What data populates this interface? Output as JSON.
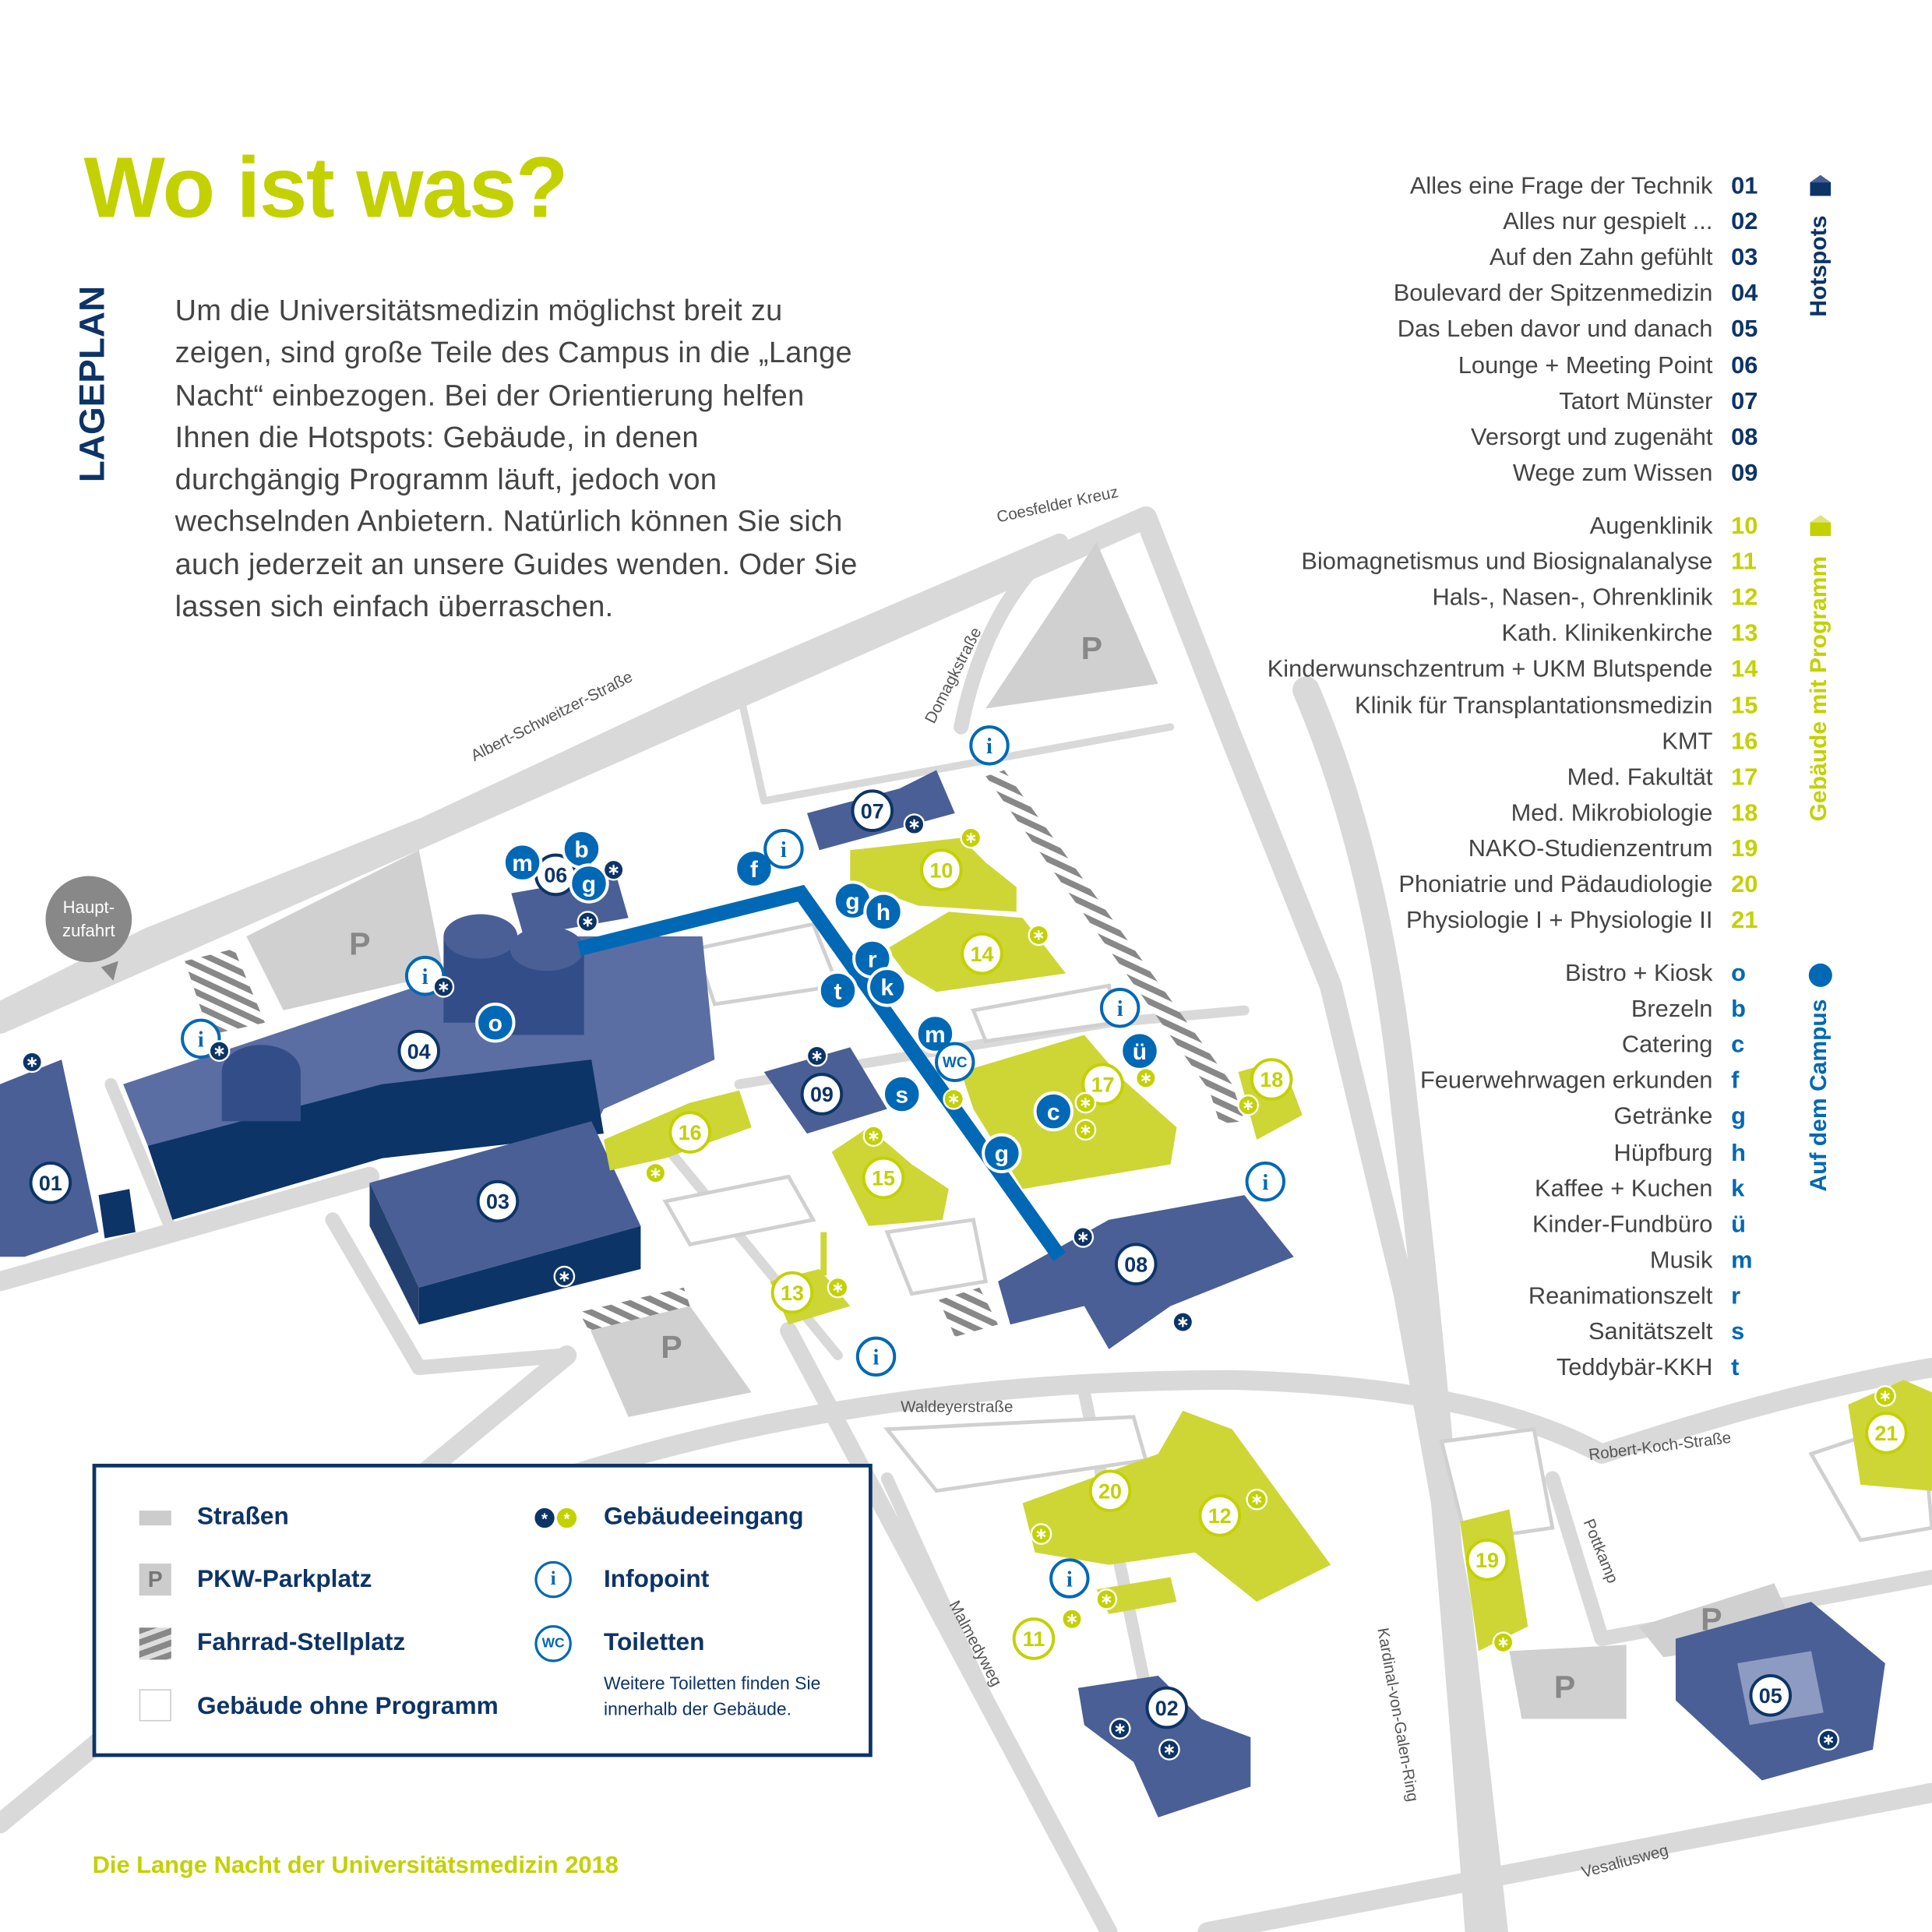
{
  "header": {
    "title": "Wo ist was?",
    "section_label": "LAGEPLAN",
    "intro": "Um die Universitätsmedizin möglichst breit zu zeigen, sind große Teile des Campus in die „Lange Nacht“ einbezogen. Bei der Orientierung helfen Ihnen die Hotspots: Gebäude, in denen durchgängig Programm läuft, jedoch von wechselnden Anbietern. Natürlich können Sie sich auch jederzeit an unsere Guides wenden. Oder Sie lassen sich einfach überraschen."
  },
  "colors": {
    "navy": "#0d3466",
    "blue": "#0068b4",
    "lime": "#c3d100",
    "road": "#d9d9d9",
    "building_navy": "#4a5f96",
    "building_lime": "#cdd634"
  },
  "index": {
    "hotspots_heading": "Hotspots",
    "programs_heading": "Gebäude mit Programm",
    "campus_heading": "Auf dem Campus",
    "hotspots": [
      {
        "label": "Alles eine Frage der Technik",
        "code": "01"
      },
      {
        "label": "Alles nur gespielt ...",
        "code": "02"
      },
      {
        "label": "Auf den Zahn gefühlt",
        "code": "03"
      },
      {
        "label": "Boulevard der Spitzenmedizin",
        "code": "04"
      },
      {
        "label": "Das Leben davor und danach",
        "code": "05"
      },
      {
        "label": "Lounge + Meeting Point",
        "code": "06"
      },
      {
        "label": "Tatort Münster",
        "code": "07"
      },
      {
        "label": "Versorgt und zugenäht",
        "code": "08"
      },
      {
        "label": "Wege zum Wissen",
        "code": "09"
      }
    ],
    "programs": [
      {
        "label": "Augenklinik",
        "code": "10"
      },
      {
        "label": "Biomagnetismus und Biosignalanalyse",
        "code": "11"
      },
      {
        "label": "Hals-, Nasen-, Ohrenklinik",
        "code": "12"
      },
      {
        "label": "Kath. Klinikenkirche",
        "code": "13"
      },
      {
        "label": "Kinderwunschzentrum + UKM Blutspende",
        "code": "14"
      },
      {
        "label": "Klinik für Transplantationsmedizin",
        "code": "15"
      },
      {
        "label": "KMT",
        "code": "16"
      },
      {
        "label": "Med. Fakultät",
        "code": "17"
      },
      {
        "label": "Med. Mikrobiologie",
        "code": "18"
      },
      {
        "label": "NAKO-Studienzentrum",
        "code": "19"
      },
      {
        "label": "Phoniatrie und Pädaudiologie",
        "code": "20"
      },
      {
        "label": "Physiologie I + Physiologie II",
        "code": "21"
      }
    ],
    "campus": [
      {
        "label": "Bistro + Kiosk",
        "code": "o"
      },
      {
        "label": "Brezeln",
        "code": "b"
      },
      {
        "label": "Catering",
        "code": "c"
      },
      {
        "label": "Feuerwehrwagen erkunden",
        "code": "f"
      },
      {
        "label": "Getränke",
        "code": "g"
      },
      {
        "label": "Hüpfburg",
        "code": "h"
      },
      {
        "label": "Kaffee + Kuchen",
        "code": "k"
      },
      {
        "label": "Kinder-Fundbüro",
        "code": "ü"
      },
      {
        "label": "Musik",
        "code": "m"
      },
      {
        "label": "Reanimationszelt",
        "code": "r"
      },
      {
        "label": "Sanitätszelt",
        "code": "s"
      },
      {
        "label": "Teddybär-KKH",
        "code": "t"
      }
    ]
  },
  "map": {
    "streets": {
      "coesfelder": "Coesfelder Kreuz",
      "albert": "Albert-Schweitzer-Straße",
      "domagk": "Domagkstraße",
      "waldeyer": "Waldeyerstraße",
      "robert_koch": "Robert-Koch-Straße",
      "pottkamp": "Pottkamp",
      "malmedy": "Malmedyweg",
      "kardinal": "Kardinal-von-Galen-Ring",
      "vesalius": "Vesaliusweg"
    },
    "main_entrance": [
      "Haupt-",
      "zufahrt"
    ],
    "parking_label": "P",
    "info_label": "i",
    "wc_label": "WC"
  },
  "legend": {
    "roads": "Straßen",
    "parking": "PKW-Parkplatz",
    "parking_symbol": "P",
    "bikes": "Fahrrad-Stellplatz",
    "no_program": "Gebäude ohne Programm",
    "entrance": "Gebäudeeingang",
    "info": "Infopoint",
    "info_symbol": "i",
    "wc": "Toiletten",
    "wc_symbol": "WC",
    "wc_note": "Weitere Toiletten finden Sie innerhalb der Gebäude."
  },
  "footer": "Die Lange Nacht der Universitätsmedizin 2018"
}
